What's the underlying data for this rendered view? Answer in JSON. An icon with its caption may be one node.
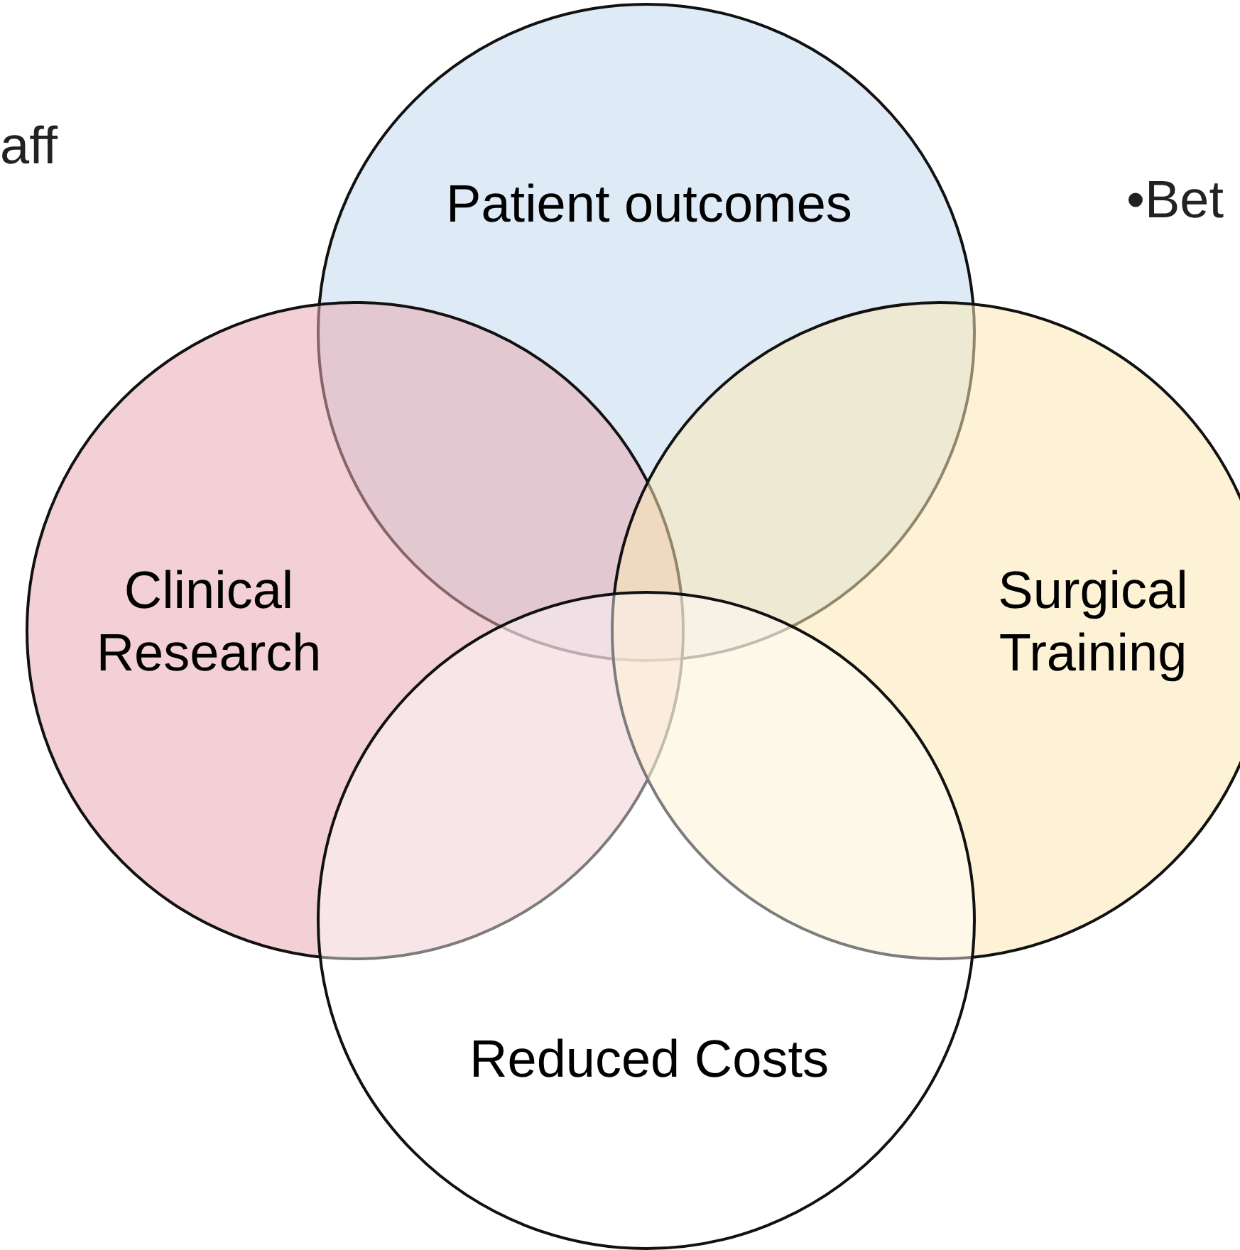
{
  "diagram": {
    "nodes": [
      {
        "text": [
          "Patient outcomes"
        ]
      },
      {
        "text": [
          "Clinical Research"
        ]
      },
      {
        "text": [
          "Surgical Training"
        ]
      },
      {
        "text": [
          "Reduced Costs"
        ]
      }
    ],
    "labels": [
      "aff",
      "•Bet"
    ]
  }
}
